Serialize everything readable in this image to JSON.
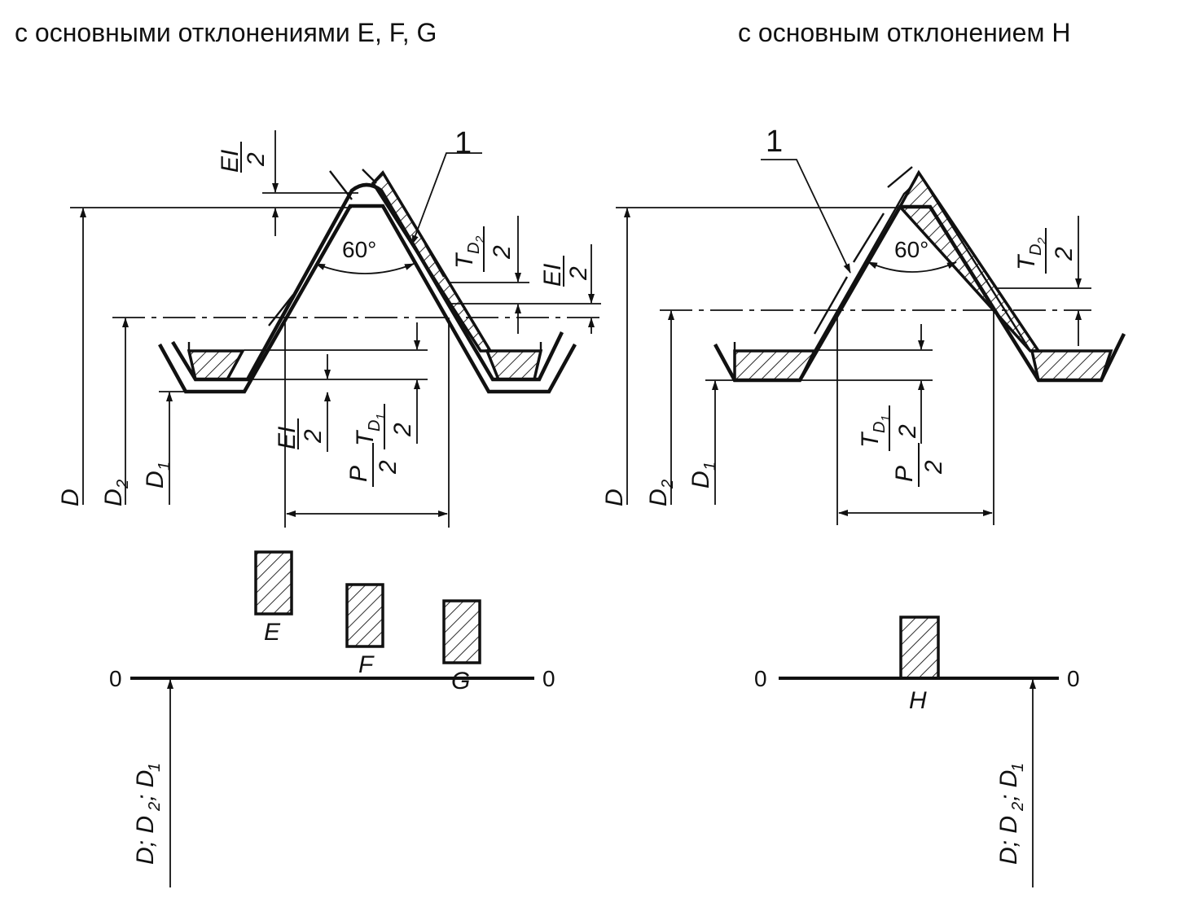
{
  "titles": {
    "left": "с основными отклонениями E, F, G",
    "right": "с основным отклонением H"
  },
  "labels": {
    "angle": "60°",
    "callout": "1",
    "D": "D",
    "D2": "D",
    "D2_sub": "2",
    "D1": "D",
    "D1_sub": "1",
    "EI": "EI",
    "half": "2",
    "T": "T",
    "TD2_sub": "D",
    "TD2_subsub": "2",
    "TD1_sub": "D",
    "TD1_subsub": "1",
    "P": "P",
    "zero": "0",
    "axis_left": "D; D",
    "axis_sub": "2",
    "axis_tail": "; D",
    "axis_sub2": "1"
  },
  "zones_left": [
    {
      "name": "E"
    },
    {
      "name": "F"
    },
    {
      "name": "G"
    }
  ],
  "zones_right": [
    {
      "name": "H"
    }
  ]
}
